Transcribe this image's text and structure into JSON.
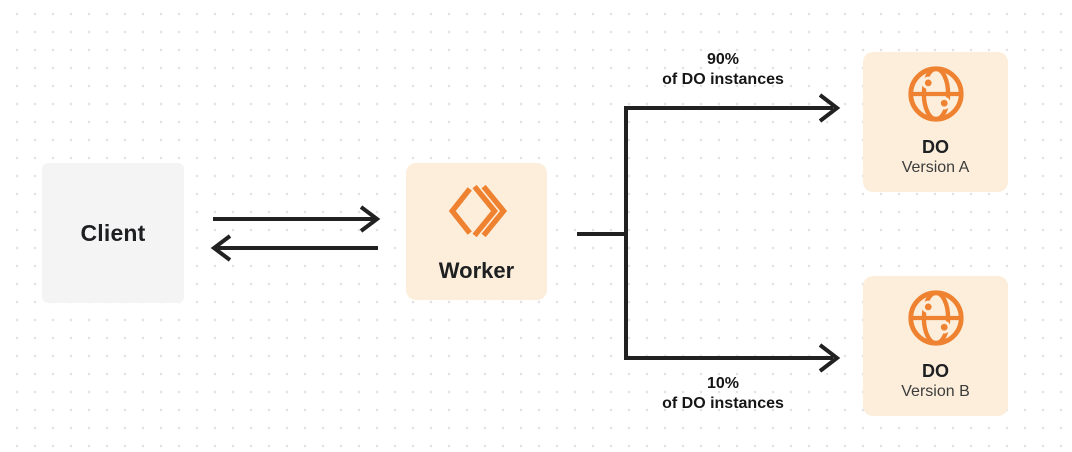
{
  "diagram": {
    "type": "flow-diagram",
    "description": "Client to Worker to Durable Object versions traffic split",
    "colors": {
      "background": "#ffffff",
      "dot_grid": "#e3e3e6",
      "client_box_bg": "#f4f4f5",
      "peach_box_bg": "#fceedb",
      "accent_orange": "#ee8230",
      "line_dark": "#212121",
      "text_dark": "#1d1f21",
      "text_subtle": "#3c3c3c"
    },
    "nodes": {
      "client": {
        "label": "Client"
      },
      "worker": {
        "label": "Worker",
        "icon": "workers-icon"
      },
      "do_version_a": {
        "title": "DO",
        "subtitle": "Version A",
        "icon": "globe-icon"
      },
      "do_version_b": {
        "title": "DO",
        "subtitle": "Version B",
        "icon": "globe-icon"
      }
    },
    "edges": {
      "client_to_worker": {
        "style": "double-arrow",
        "direction": "bidirectional"
      },
      "split_top": {
        "label_line1": "90%",
        "label_line2": "of DO instances",
        "target": "do_version_a"
      },
      "split_bottom": {
        "label_line1": "10%",
        "label_line2": "of DO instances",
        "target": "do_version_b"
      }
    }
  }
}
